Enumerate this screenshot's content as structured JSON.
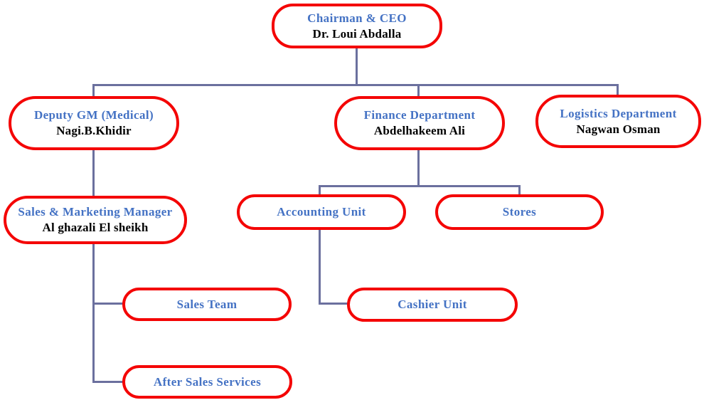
{
  "diagram": {
    "type": "org-chart",
    "description": "Company organizational chart with red rounded nodes, blue role titles, black person names and slate-blue connector lines"
  },
  "colors": {
    "box_border": "#f40404",
    "title_text": "#4472c4",
    "name_text": "#000000",
    "connector": "#6b709e",
    "background": "#ffffff"
  },
  "nodes": [
    {
      "id": "chairman-ceo",
      "title": "Chairman & CEO",
      "name": "Dr. Loui Abdalla",
      "reports_to": null
    },
    {
      "id": "deputy-gm-medical",
      "title": "Deputy GM (Medical)",
      "name": "Nagi.B.Khidir",
      "reports_to": "chairman-ceo"
    },
    {
      "id": "finance-department",
      "title": "Finance Department",
      "name": "Abdelhakeem Ali",
      "reports_to": "chairman-ceo"
    },
    {
      "id": "logistics-department",
      "title": "Logistics Department",
      "name": "Nagwan Osman",
      "reports_to": "chairman-ceo"
    },
    {
      "id": "sales-marketing-manager",
      "title": "Sales & Marketing Manager",
      "name": "Al ghazali El sheikh",
      "reports_to": "deputy-gm-medical"
    },
    {
      "id": "accounting-unit",
      "title": "Accounting Unit",
      "name": "",
      "reports_to": "finance-department"
    },
    {
      "id": "stores",
      "title": "Stores",
      "name": "",
      "reports_to": "finance-department"
    },
    {
      "id": "sales-team",
      "title": "Sales Team",
      "name": "",
      "reports_to": "sales-marketing-manager"
    },
    {
      "id": "cashier-unit",
      "title": "Cashier Unit",
      "name": "",
      "reports_to": "accounting-unit"
    },
    {
      "id": "after-sales-services",
      "title": "After Sales Services",
      "name": "",
      "reports_to": "sales-marketing-manager"
    }
  ]
}
